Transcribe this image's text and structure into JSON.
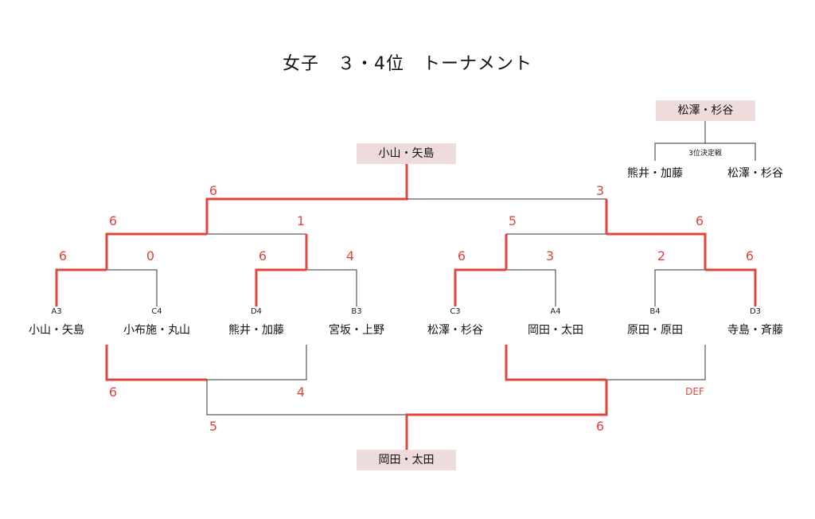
{
  "title": "女子　３・4位　トーナメント",
  "colors": {
    "win": "#e0463c",
    "line": "#333333",
    "box": "#eedcdc"
  },
  "top_winner": "小山・矢島",
  "bottom_winner": "岡田・太田",
  "third_place": {
    "winner": "松澤・杉谷",
    "label": "3位決定戦",
    "left": "熊井・加藤",
    "right": "松澤・杉谷"
  },
  "teams": [
    {
      "seed": "A3",
      "name": "小山・矢島"
    },
    {
      "seed": "C4",
      "name": "小布施・丸山"
    },
    {
      "seed": "D4",
      "name": "熊井・加藤"
    },
    {
      "seed": "B3",
      "name": "宮坂・上野"
    },
    {
      "seed": "C3",
      "name": "松澤・杉谷"
    },
    {
      "seed": "A4",
      "name": "岡田・太田"
    },
    {
      "seed": "B4",
      "name": "原田・原田"
    },
    {
      "seed": "D3",
      "name": "寺島・斉藤"
    }
  ],
  "upper_scores": {
    "r1": [
      "6",
      "0",
      "6",
      "4",
      "6",
      "3",
      "2",
      "6"
    ],
    "r2": [
      "6",
      "1",
      "5",
      "6"
    ],
    "final": [
      "6",
      "3"
    ]
  },
  "lower_scores": {
    "r1": [
      "6",
      "4",
      "DEF"
    ],
    "final": [
      "5",
      "6"
    ]
  }
}
